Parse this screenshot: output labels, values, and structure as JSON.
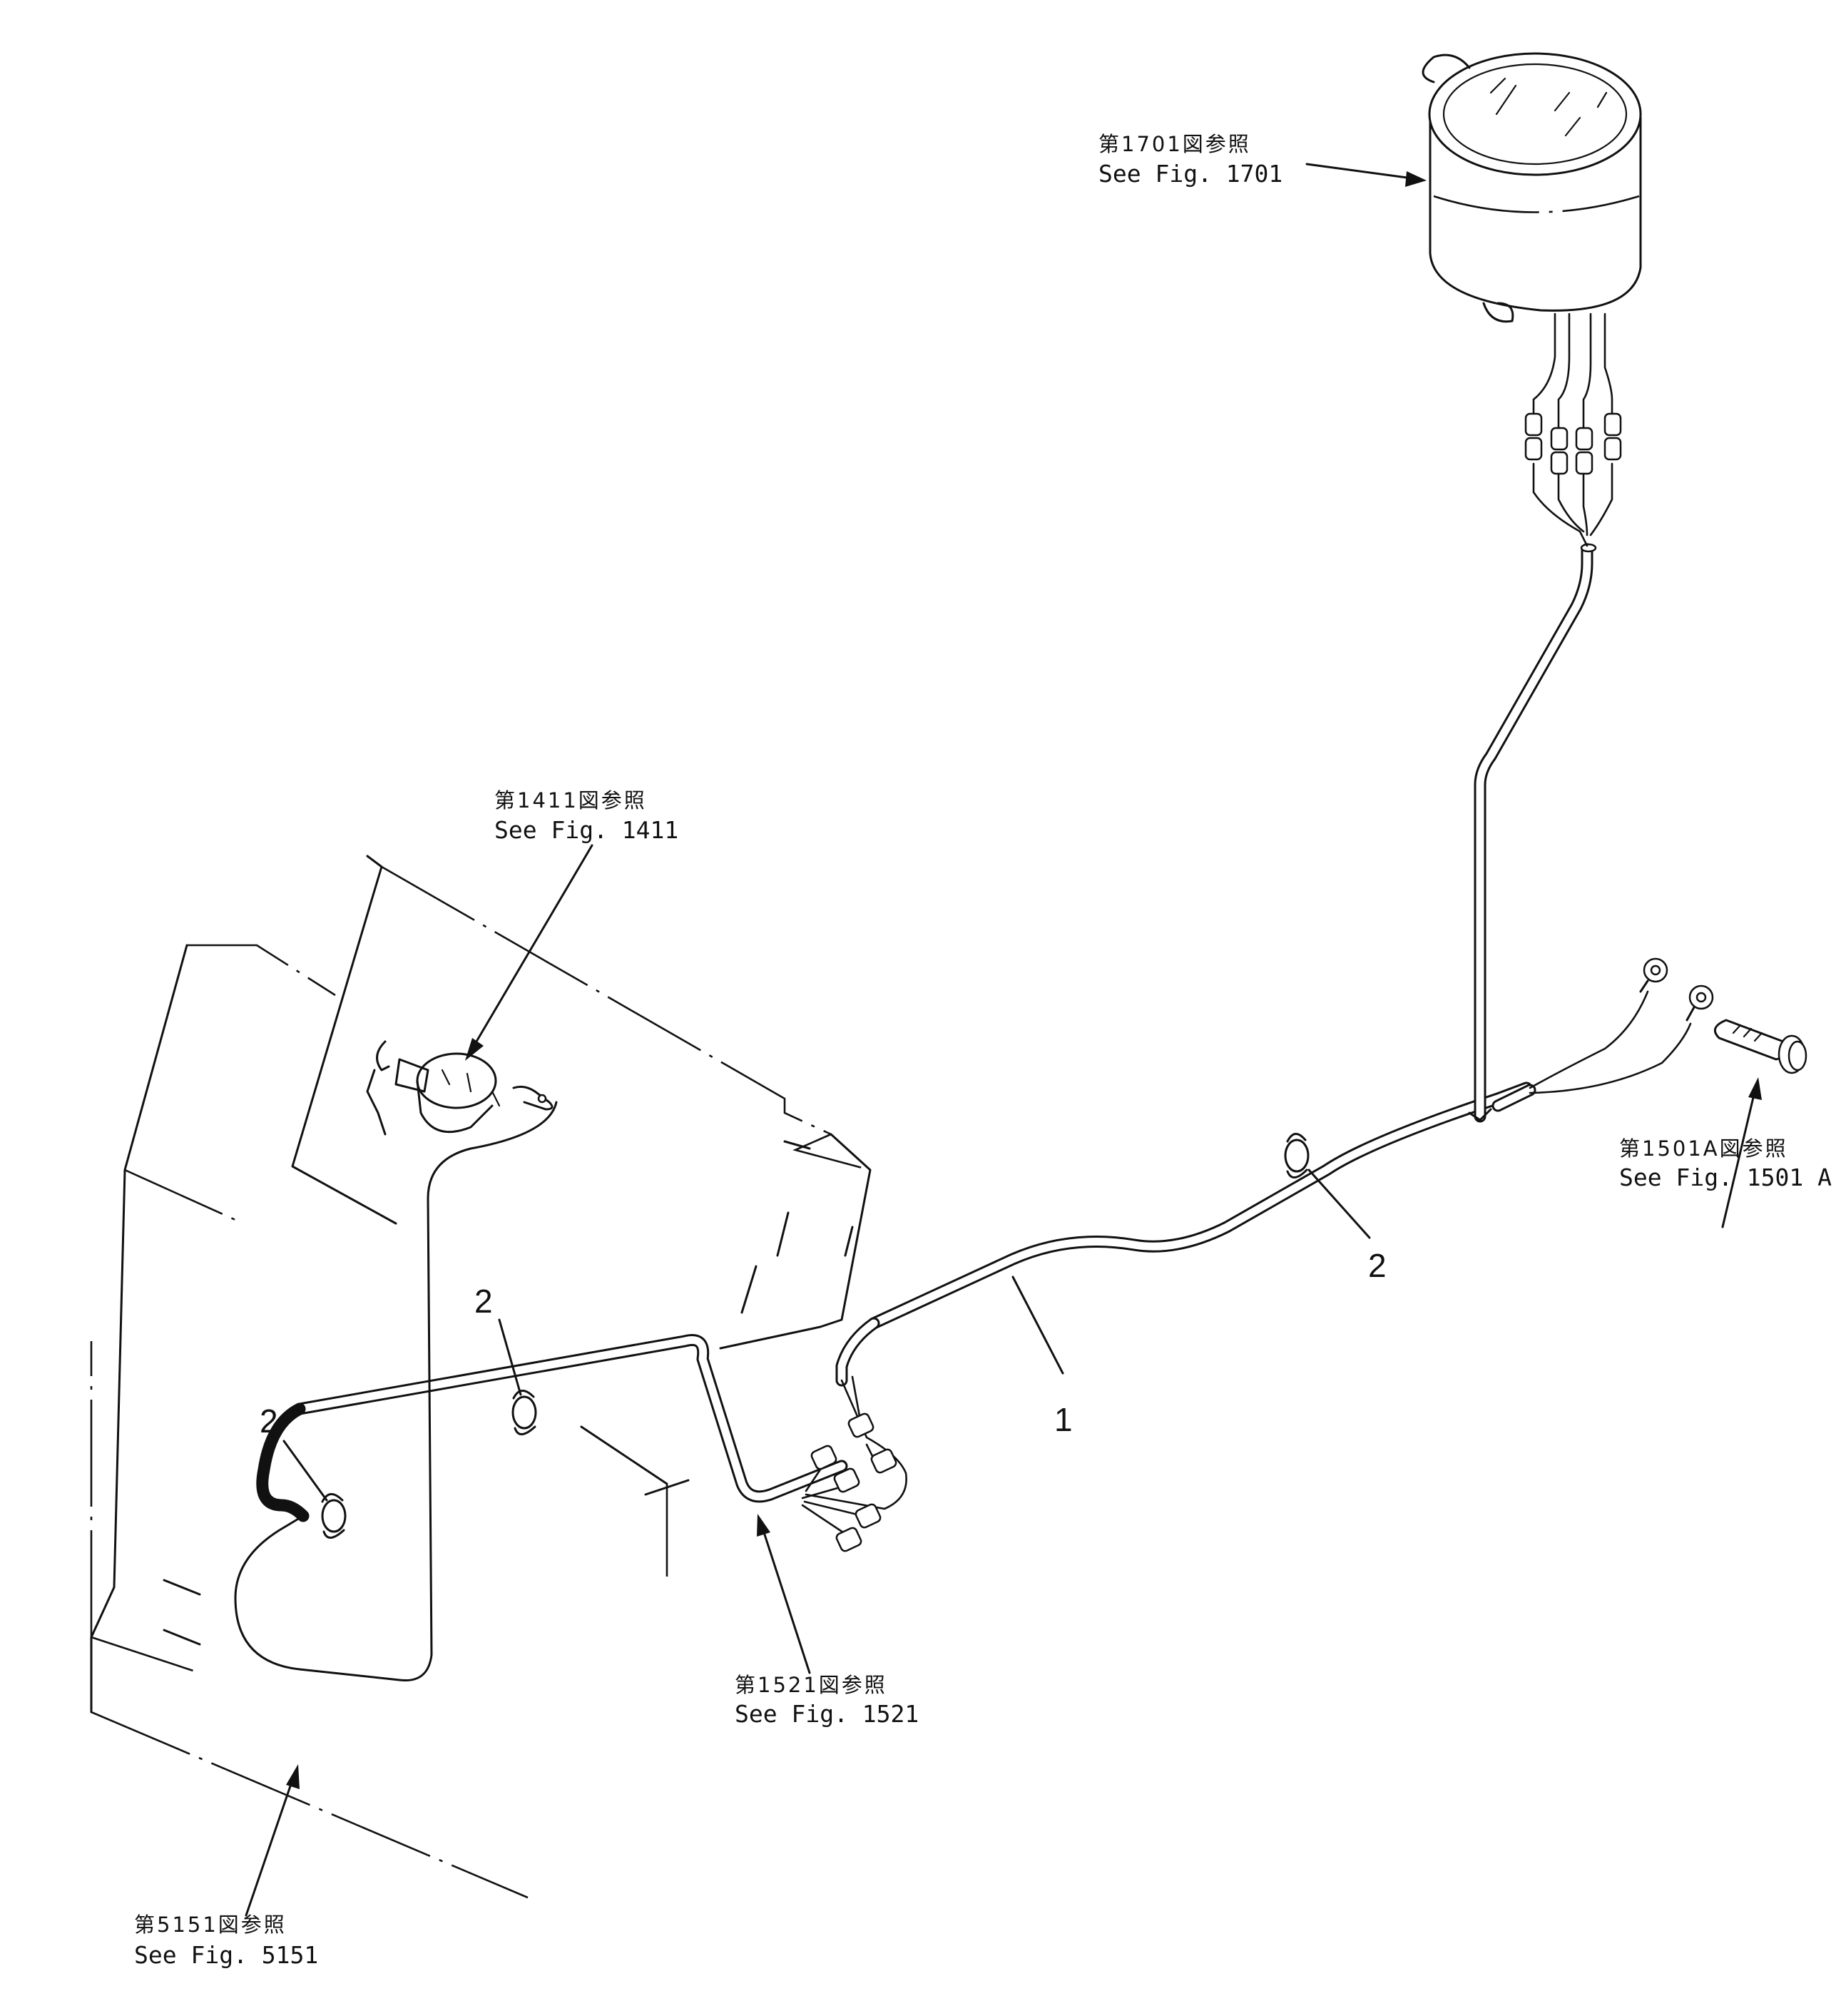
{
  "refs": {
    "gauge": {
      "jp": "第1701図参照",
      "en": "See Fig. 1701"
    },
    "key_switch": {
      "jp": "第1411図参照",
      "en": "See Fig. 1411"
    },
    "bolt": {
      "jp": "第1501A図参照",
      "en": "See Fig. 1501 A"
    },
    "connector_group": {
      "jp": "第1521図参照",
      "en": "See Fig. 1521"
    },
    "panel": {
      "jp": "第5151図参照",
      "en": "See Fig. 5151"
    }
  },
  "callouts": {
    "harness": "1",
    "clamp_right": "2",
    "clamp_center": "2",
    "clamp_left": "2"
  }
}
